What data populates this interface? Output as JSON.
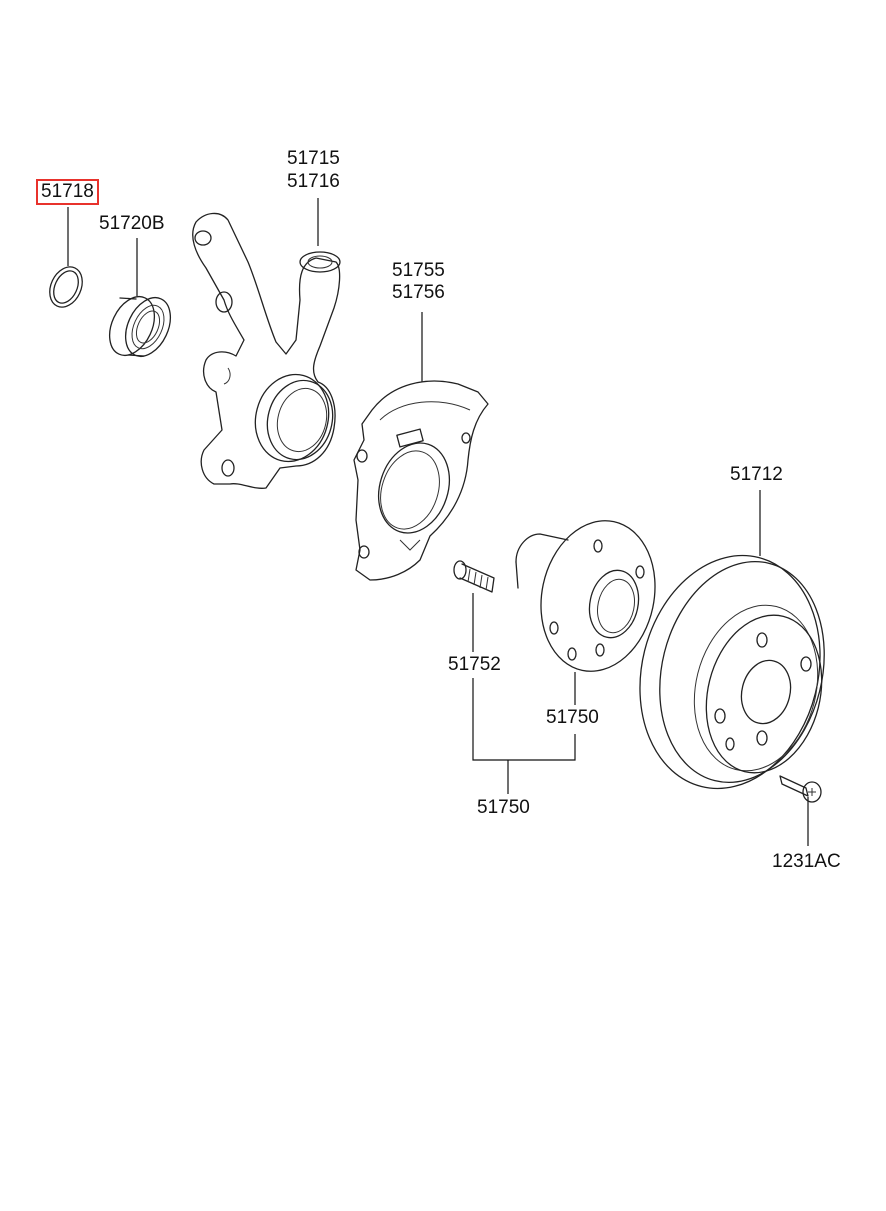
{
  "labels": {
    "snap_ring": "51718",
    "bearing": "51720B",
    "knuckle_lh": "51715",
    "knuckle_rh": "51716",
    "dust_cover_lh": "51755",
    "dust_cover_rh": "51756",
    "disc": "51712",
    "hub_bolt": "51752",
    "hub": "51750",
    "hub_assy": "51750",
    "screw": "1231AC"
  },
  "colors": {
    "highlight": "#e8322c",
    "line": "#222222"
  }
}
